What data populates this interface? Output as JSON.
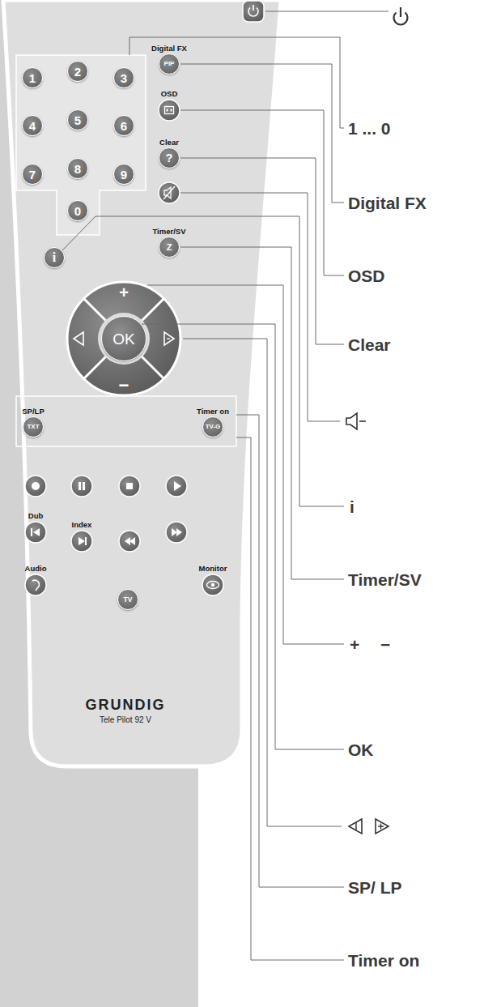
{
  "diagram": {
    "nodes": [
      {
        "text": [
          "1"
        ]
      },
      {
        "text": [
          "2"
        ]
      },
      {
        "text": [
          "3"
        ]
      },
      {
        "text": [
          "4"
        ]
      },
      {
        "text": [
          "5"
        ]
      },
      {
        "text": [
          "6"
        ]
      },
      {
        "text": [
          "7"
        ]
      },
      {
        "text": [
          "8"
        ]
      },
      {
        "text": [
          "9"
        ]
      },
      {
        "text": [
          "0"
        ]
      },
      {
        "text": [
          "Digital FX",
          "PIP"
        ]
      },
      {
        "text": [
          "OSD"
        ]
      },
      {
        "text": [
          "Clear",
          "?"
        ]
      },
      {
        "text": [
          "i"
        ]
      },
      {
        "text": [
          "Timer/SV",
          "Z"
        ]
      },
      {
        "text": [
          "OK"
        ]
      },
      {
        "text": [
          "SP/LP",
          "TXT"
        ]
      },
      {
        "text": [
          "Timer on",
          "TV-G"
        ]
      },
      {
        "text": [
          "Dub"
        ]
      },
      {
        "text": [
          "Index"
        ]
      },
      {
        "text": [
          "Audio"
        ]
      },
      {
        "text": [
          "TV"
        ]
      },
      {
        "text": [
          "Monitor"
        ]
      }
    ],
    "labels": [
      "+",
      "−",
      "GRUNDIG",
      "Tele Pilot 92 V",
      "1 ... 0",
      "Digital FX",
      "OSD",
      "Clear",
      "i",
      "Timer/SV",
      "+",
      "−",
      "OK",
      "SP/ LP",
      "Timer on"
    ]
  }
}
